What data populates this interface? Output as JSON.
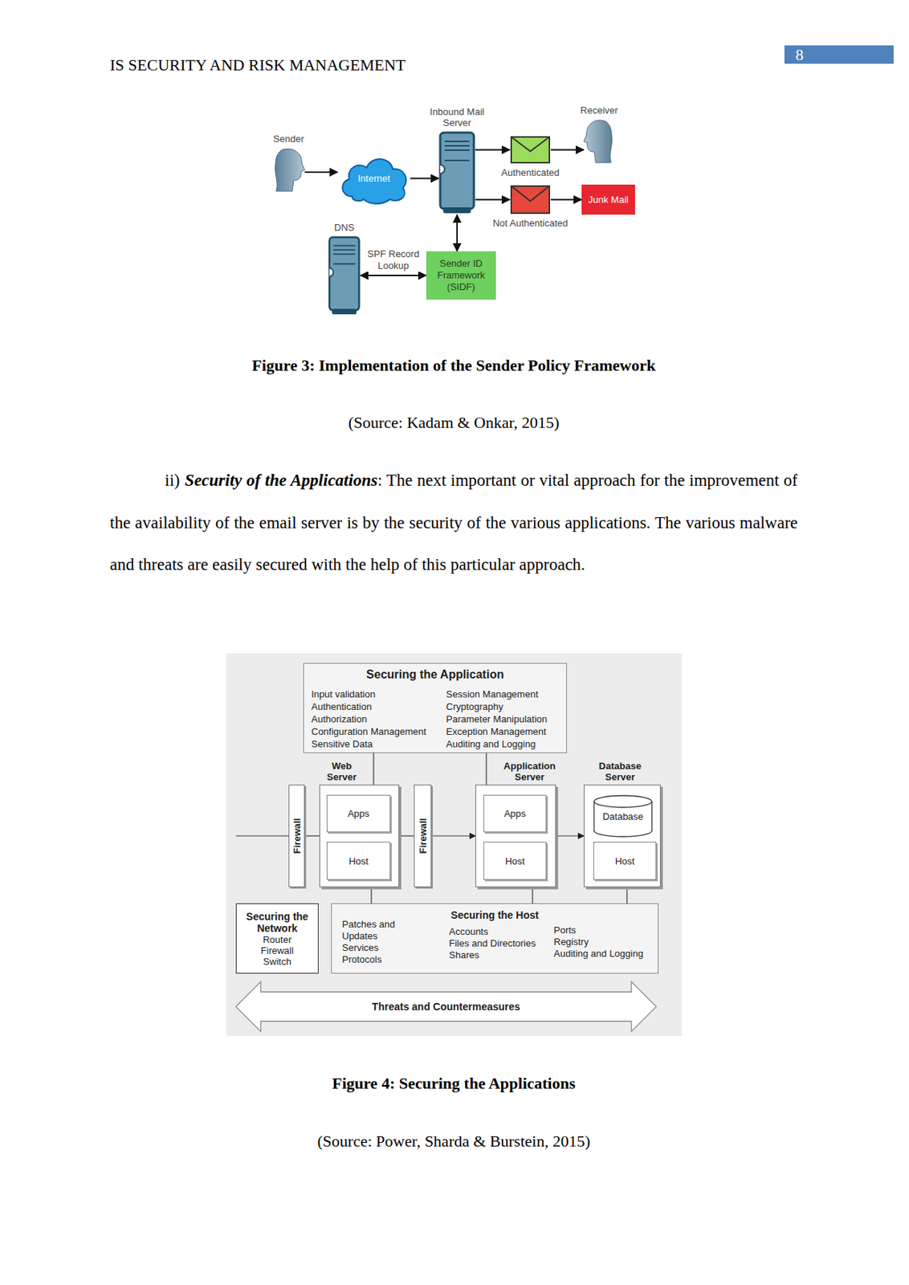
{
  "diagram": {
    "nodes": [
      {
        "text": [
          "Sender"
        ]
      },
      {
        "text": [
          "Internet"
        ]
      },
      {
        "text": [
          "Inbound Mail Server"
        ]
      },
      {
        "text": [
          "Authenticated"
        ]
      },
      {
        "text": [
          "Not Authenticated"
        ]
      },
      {
        "text": [
          "Receiver"
        ]
      },
      {
        "text": [
          "Junk Mail"
        ]
      },
      {
        "text": [
          "DNS"
        ]
      },
      {
        "text": [
          "Sender ID Framework (SIDF)"
        ]
      },
      {
        "text": [
          "Securing the Application",
          "Input validation",
          "Authentication",
          "Authorization",
          "Configuration Management",
          "Sensitive Data",
          "Session Management",
          "Cryptography",
          "Parameter Manipulation",
          "Exception Management",
          "Auditing and Logging"
        ]
      },
      {
        "text": [
          "Firewall"
        ]
      },
      {
        "text": [
          "Web Server"
        ]
      },
      {
        "text": [
          "Apps"
        ],
        "in": 11
      },
      {
        "text": [
          "Host"
        ],
        "in": 11
      },
      {
        "text": [
          "Firewall"
        ]
      },
      {
        "text": [
          "Application Server"
        ]
      },
      {
        "text": [
          "Apps"
        ],
        "in": 15
      },
      {
        "text": [
          "Host"
        ],
        "in": 15
      },
      {
        "text": [
          "Database Server"
        ]
      },
      {
        "text": [
          "Database"
        ],
        "in": 18
      },
      {
        "text": [
          "Host"
        ],
        "in": 18
      },
      {
        "text": [
          "Securing the Network",
          "Router",
          "Firewall",
          "Switch"
        ]
      },
      {
        "text": [
          "Securing the Host",
          "Patches and Updates",
          "Services",
          "Protocols",
          "Accounts",
          "Files and Directories",
          "Shares",
          "Ports",
          "Registry",
          "Auditing and Logging"
        ]
      },
      {
        "text": [
          "Threats and Countermeasures"
        ]
      }
    ],
    "edges": [
      {
        "from": 0,
        "to": 1,
        "arrow": "to"
      },
      {
        "from": 1,
        "to": 2,
        "arrow": "to"
      },
      {
        "from": 2,
        "to": 3,
        "arrow": "to"
      },
      {
        "from": 2,
        "to": 4,
        "arrow": "to"
      },
      {
        "from": 3,
        "to": 5,
        "arrow": "to"
      },
      {
        "from": 4,
        "to": 6,
        "arrow": "to"
      },
      {
        "from": 2,
        "to": 8,
        "arrow": "both"
      },
      {
        "from": 7,
        "to": 8,
        "label": "SPF Record Lookup",
        "arrow": "both"
      },
      {
        "from": 10,
        "to": 11,
        "arrow": "none"
      },
      {
        "from": 11,
        "to": 14,
        "arrow": "none"
      },
      {
        "from": 14,
        "to": 15,
        "arrow": "to"
      },
      {
        "from": 15,
        "to": 18,
        "arrow": "to"
      },
      {
        "from": 9,
        "to": 11,
        "arrow": "none"
      },
      {
        "from": 9,
        "to": 15,
        "arrow": "none"
      },
      {
        "from": 11,
        "to": 22,
        "arrow": "none"
      },
      {
        "from": 15,
        "to": 22,
        "arrow": "none"
      },
      {
        "from": 18,
        "to": 22,
        "arrow": "none"
      }
    ],
    "labels": [
      "IS SECURITY AND RISK MANAGEMENT",
      "8",
      "Figure 3: Implementation of the Sender Policy Framework",
      "(Source: Kadam & Onkar, 2015)",
      "ii)",
      "Security of the Applications",
      ": The next important or vital approach for the improvement of the availability of the email server is by the security of the various applications. The various malware and threats are easily secured with the help of this particular approach.",
      "Figure 4: Securing the Applications",
      "(Source: Power, Sharda & Burstein, 2015)"
    ]
  }
}
